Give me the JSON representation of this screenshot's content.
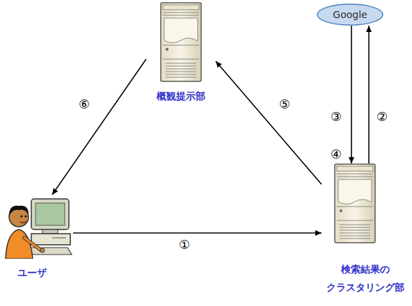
{
  "diagram": {
    "nodes": [
      {
        "text": [
          "概観提示部"
        ]
      },
      {
        "text": [
          "Google"
        ]
      },
      {
        "text": [
          "検索結果の クラスタリング部"
        ]
      },
      {
        "text": [
          "ユーザ"
        ]
      }
    ],
    "edges": [
      {
        "from": 3,
        "to": 2,
        "label": "①",
        "arrow": "to"
      },
      {
        "from": 2,
        "to": 1,
        "label": "②",
        "arrow": "to"
      },
      {
        "from": 1,
        "to": 2,
        "label": "③",
        "arrow": "to"
      },
      {
        "from": 2,
        "to": 0,
        "label": "⑤",
        "arrow": "to"
      },
      {
        "from": 0,
        "to": 3,
        "label": "⑥",
        "arrow": "to"
      }
    ],
    "labels": [
      "④"
    ]
  }
}
